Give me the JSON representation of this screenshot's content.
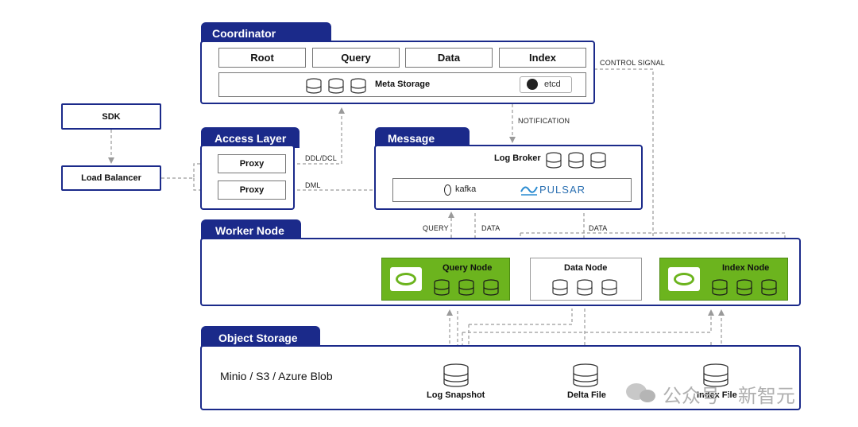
{
  "coordinator": {
    "title": "Coordinator",
    "components": [
      "Root",
      "Query",
      "Data",
      "Index"
    ],
    "meta_storage": "Meta Storage",
    "etcd": "etcd"
  },
  "sdk": "SDK",
  "load_balancer": "Load Balancer",
  "access_layer": {
    "title": "Access Layer",
    "proxies": [
      "Proxy",
      "Proxy"
    ]
  },
  "message": {
    "title": "Message",
    "log_broker": "Log Broker",
    "kafka": "kafka",
    "pulsar": "PULSAR"
  },
  "worker_node": {
    "title": "Worker Node",
    "query_node": "Query Node",
    "data_node": "Data Node",
    "index_node": "Index Node"
  },
  "object_storage": {
    "title": "Object Storage",
    "backends": "Minio / S3 / Azure Blob",
    "items": [
      "Log Snapshot",
      "Delta File",
      "Index File"
    ]
  },
  "signals": {
    "control_signal": "CONTROL SIGNAL",
    "notification": "NOTIFICATION",
    "ddl_dcl": "DDL/DCL",
    "dml": "DML",
    "query": "QUERY",
    "data_left": "DATA",
    "data_right": "DATA"
  },
  "watermark": "公众号 · 新智元",
  "colors": {
    "navy": "#1b2a8a",
    "nvidia_green": "#6cb41e",
    "arrow": "#9a9a9a"
  }
}
